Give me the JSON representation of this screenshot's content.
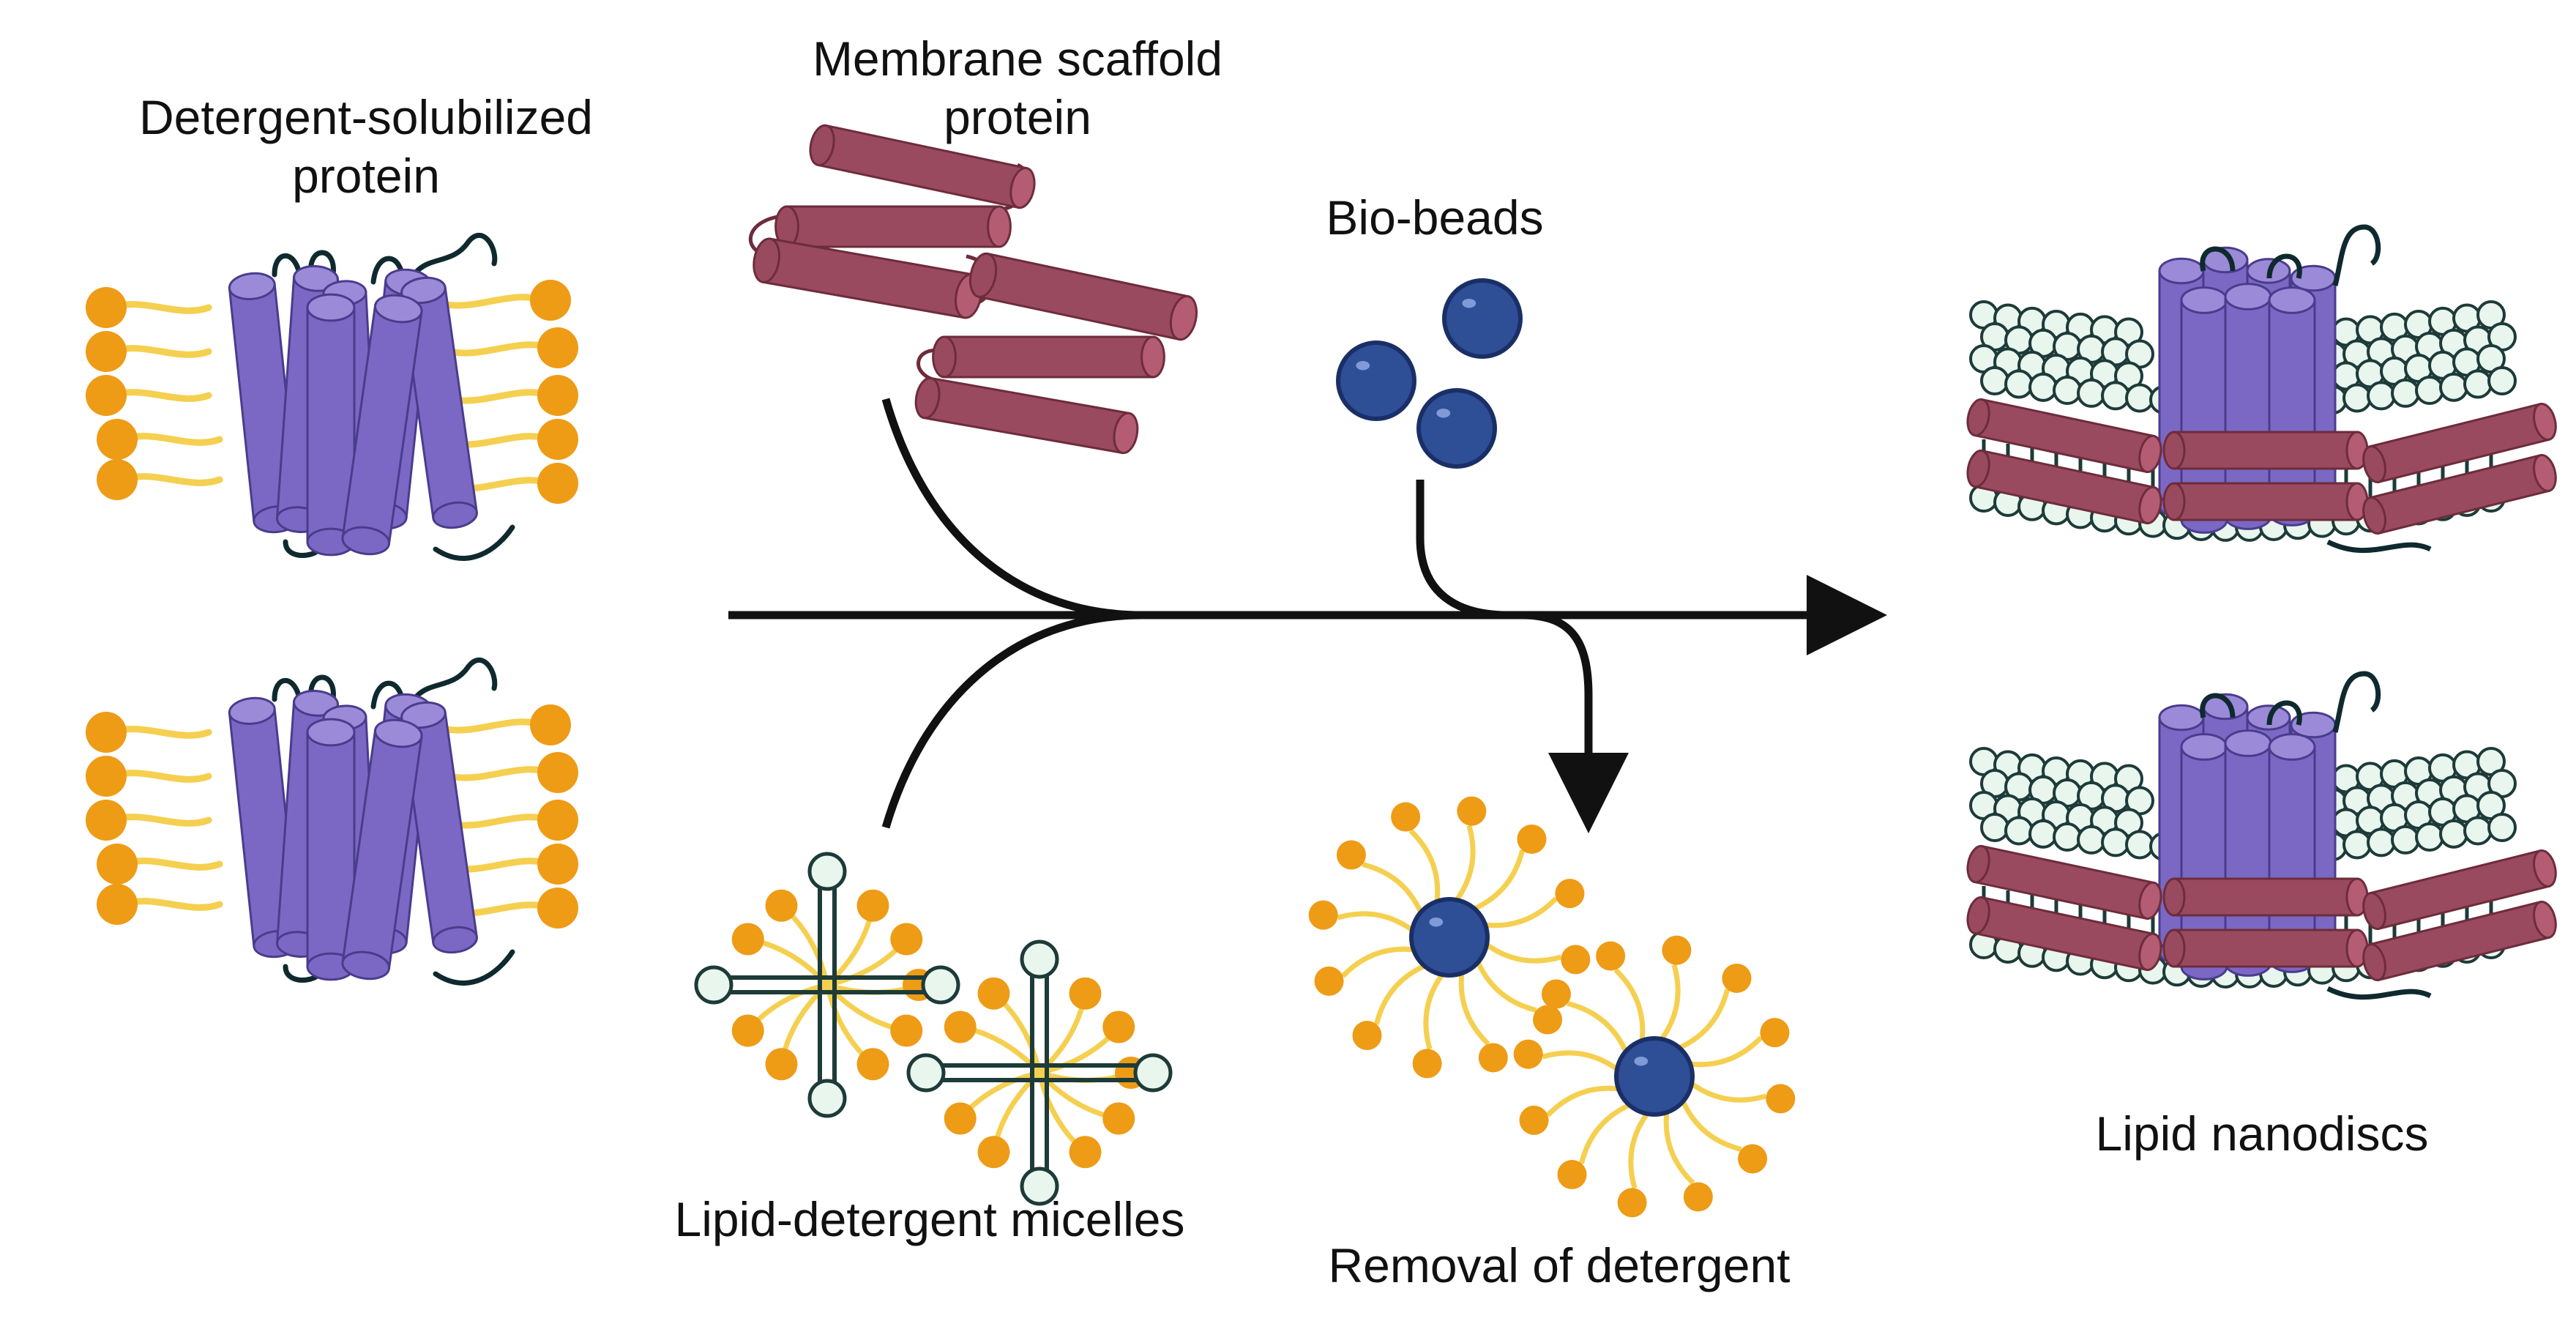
{
  "labels": {
    "detergent_protein": [
      "Detergent-solubilized",
      "protein"
    ],
    "scaffold_protein": [
      "Membrane scaffold",
      "protein"
    ],
    "bio_beads": "Bio-beads",
    "micelles": "Lipid-detergent micelles",
    "removal": "Removal of detergent",
    "nanodiscs": "Lipid nanodiscs"
  },
  "colors": {
    "protein": "#7b68c4",
    "protein_dark": "#4a3c8c",
    "scaffold": "#9a4a5e",
    "scaffold_dark": "#6d2c3c",
    "bead": "#2e4e96",
    "bead_dark": "#1a2f66",
    "detergent_head": "#ee9b16",
    "detergent_tail": "#f5cf4f",
    "lipid_head": "#e8f6ee",
    "lipid_outline": "#1d3b38",
    "arrow": "#111111"
  },
  "icons": [
    "membrane-protein-icon",
    "scaffold-helix-icon",
    "bead-icon",
    "micelle-icon",
    "nanodisc-icon",
    "flow-arrow-icon"
  ]
}
